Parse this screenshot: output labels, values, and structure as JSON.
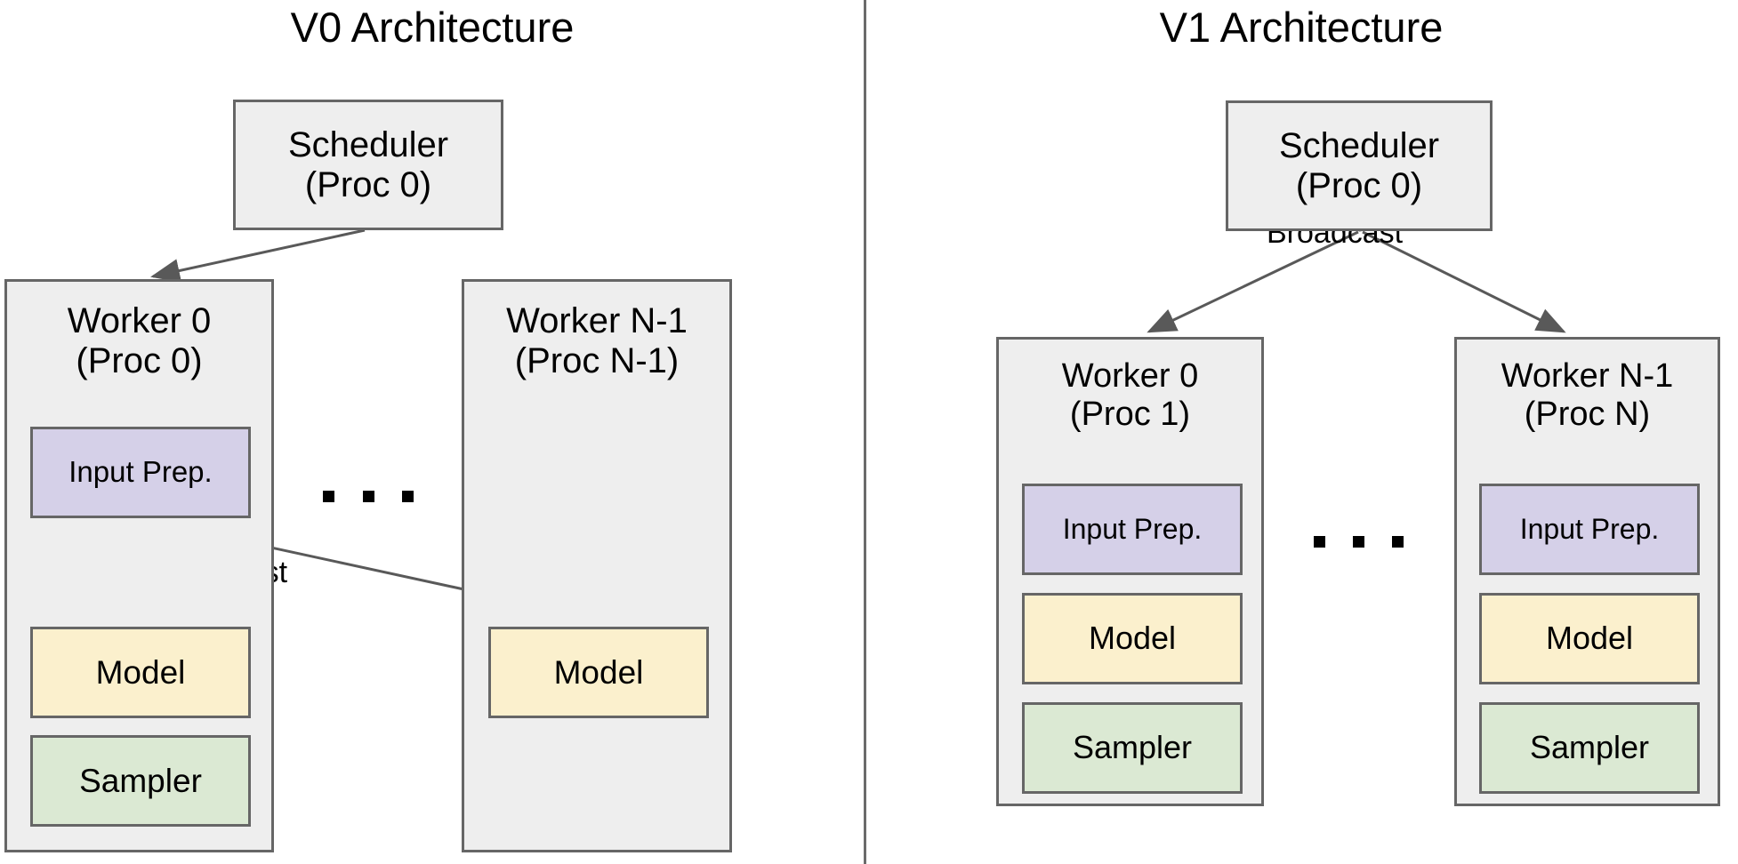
{
  "figure": {
    "type": "diagram",
    "subtype": "architecture-comparison",
    "panels": [
      {
        "id": "v0",
        "title": "V0 Architecture",
        "nodes": [
          {
            "id": "v0-scheduler",
            "label_lines": [
              "Scheduler",
              "(Proc 0)"
            ],
            "color": "grey"
          },
          {
            "id": "v0-worker-0",
            "label_lines": [
              "Worker 0",
              "(Proc 0)"
            ],
            "color": "grey",
            "children": [
              {
                "id": "v0-w0-input-prep",
                "label": "Input Prep.",
                "color": "purple"
              },
              {
                "id": "v0-w0-model",
                "label": "Model",
                "color": "yellow"
              },
              {
                "id": "v0-w0-sampler",
                "label": "Sampler",
                "color": "green"
              }
            ]
          },
          {
            "id": "v0-worker-n",
            "label_lines": [
              "Worker N-1",
              "(Proc N-1)"
            ],
            "color": "grey",
            "children": [
              {
                "id": "v0-wn-model",
                "label": "Model",
                "color": "yellow"
              }
            ]
          }
        ],
        "edges": [
          {
            "from": "v0-scheduler",
            "to": "v0-worker-0",
            "label": ""
          },
          {
            "from": "v0-w0-input-prep",
            "to": "v0-w0-model",
            "label": "Broadcast"
          },
          {
            "from": "v0-w0-input-prep",
            "to": "v0-wn-model",
            "label": ""
          }
        ],
        "ellipsis": "..."
      },
      {
        "id": "v1",
        "title": "V1 Architecture",
        "nodes": [
          {
            "id": "v1-scheduler",
            "label_lines": [
              "Scheduler",
              "(Proc 0)"
            ],
            "color": "grey"
          },
          {
            "id": "v1-worker-0",
            "label_lines": [
              "Worker 0",
              "(Proc 1)"
            ],
            "color": "grey",
            "children": [
              {
                "id": "v1-w0-input-prep",
                "label": "Input Prep.",
                "color": "purple"
              },
              {
                "id": "v1-w0-model",
                "label": "Model",
                "color": "yellow"
              },
              {
                "id": "v1-w0-sampler",
                "label": "Sampler",
                "color": "green"
              }
            ]
          },
          {
            "id": "v1-worker-n",
            "label_lines": [
              "Worker N-1",
              "(Proc N)"
            ],
            "color": "grey",
            "children": [
              {
                "id": "v1-wn-input-prep",
                "label": "Input Prep.",
                "color": "purple"
              },
              {
                "id": "v1-wn-model",
                "label": "Model",
                "color": "yellow"
              },
              {
                "id": "v1-wn-sampler",
                "label": "Sampler",
                "color": "green"
              }
            ]
          }
        ],
        "edges": [
          {
            "from": "v1-scheduler",
            "to": "v1-worker-0",
            "label": "Broadcast"
          },
          {
            "from": "v1-scheduler",
            "to": "v1-worker-n",
            "label": ""
          }
        ],
        "ellipsis": "..."
      }
    ],
    "colors": {
      "node_grey_fill": "#eeeeee",
      "node_purple_fill": "#d5d0e8",
      "node_yellow_fill": "#fbf0cd",
      "node_green_fill": "#dbe9d3",
      "node_stroke": "#666666",
      "edge_stroke": "#595959",
      "background": "#ffffff",
      "text": "#000000"
    }
  },
  "v0": {
    "title": "V0 Architecture",
    "scheduler": {
      "line1": "Scheduler",
      "line2": "(Proc 0)"
    },
    "worker0": {
      "line1": "Worker 0",
      "line2": "(Proc 0)",
      "input_prep": "Input Prep.",
      "model": "Model",
      "sampler": "Sampler"
    },
    "workerN": {
      "line1": "Worker N-1",
      "line2": "(Proc N-1)",
      "model": "Model"
    },
    "broadcast_label": "Broadcast"
  },
  "v1": {
    "title": "V1 Architecture",
    "scheduler": {
      "line1": "Scheduler",
      "line2": "(Proc 0)"
    },
    "worker0": {
      "line1": "Worker 0",
      "line2": "(Proc 1)",
      "input_prep": "Input Prep.",
      "model": "Model",
      "sampler": "Sampler"
    },
    "workerN": {
      "line1": "Worker N-1",
      "line2": "(Proc N)",
      "input_prep": "Input Prep.",
      "model": "Model",
      "sampler": "Sampler"
    },
    "broadcast_label": "Broadcast"
  }
}
